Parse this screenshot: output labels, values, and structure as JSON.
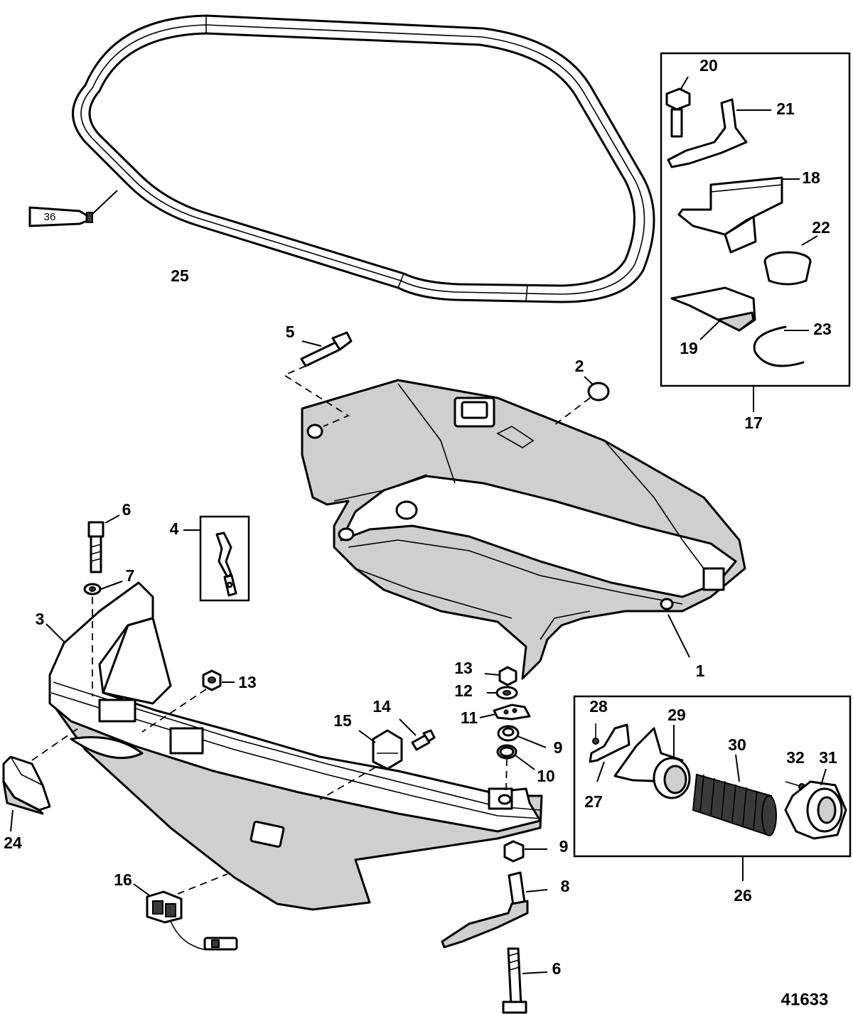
{
  "figure_number": "41633",
  "sealant_tube_label": "36",
  "callouts": {
    "c1": "1",
    "c2": "2",
    "c3": "3",
    "c4": "4",
    "c5": "5",
    "c6a": "6",
    "c6b": "6",
    "c7": "7",
    "c8": "8",
    "c9a": "9",
    "c9b": "9",
    "c10": "10",
    "c11": "11",
    "c12": "12",
    "c13a": "13",
    "c13b": "13",
    "c14": "14",
    "c15": "15",
    "c16": "16",
    "c17": "17",
    "c18": "18",
    "c19": "19",
    "c20": "20",
    "c21": "21",
    "c22": "22",
    "c23": "23",
    "c24": "24",
    "c25": "25",
    "c26": "26",
    "c27": "27",
    "c28": "28",
    "c29": "29",
    "c30": "30",
    "c31": "31",
    "c32": "32"
  }
}
